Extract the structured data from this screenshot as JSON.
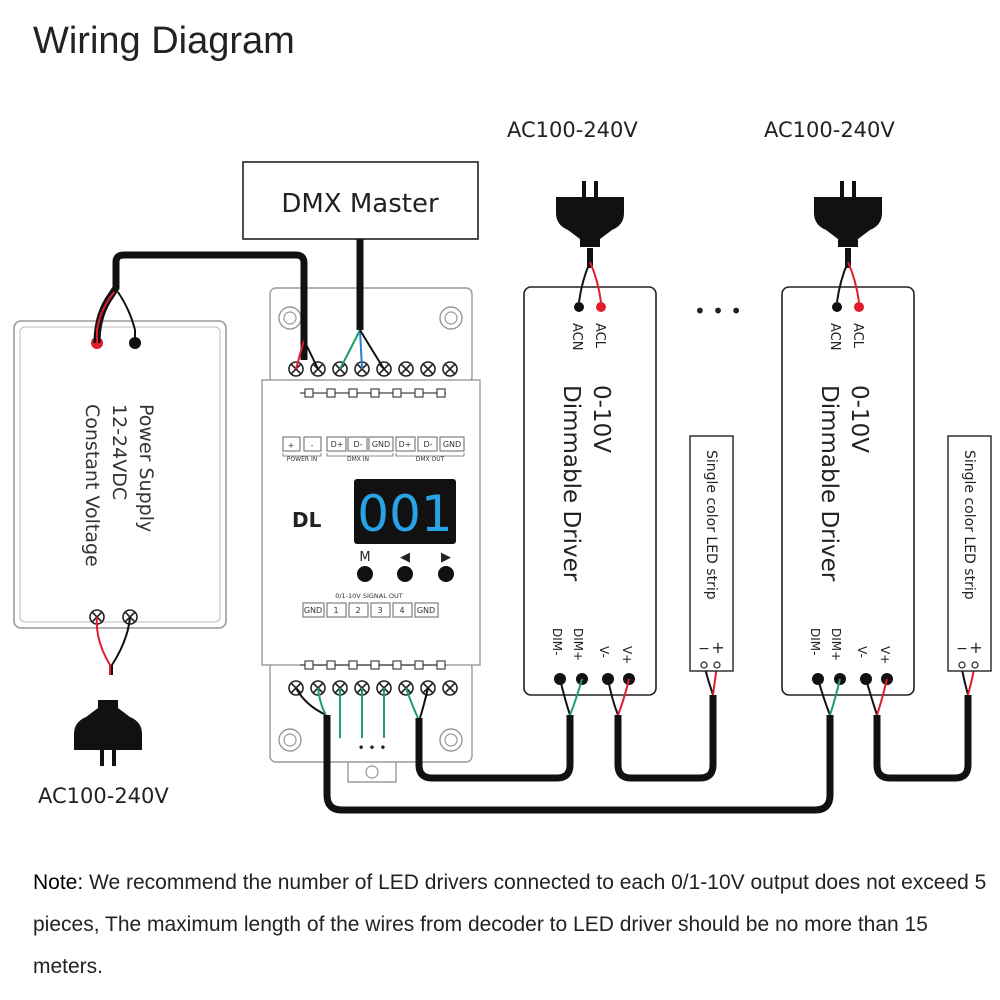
{
  "title": "Wiring Diagram",
  "dmx_master": {
    "label": "DMX Master"
  },
  "power_supply": {
    "line1": "Power Supply",
    "line2": "12-24VDC",
    "line3": "Constant Voltage",
    "ac_label": "AC100-240V"
  },
  "decoder": {
    "model": "DL",
    "display": "001",
    "buttons": [
      "M",
      "◀",
      "▶"
    ],
    "top_terminals": [
      "+",
      "-",
      "D+",
      "D-",
      "GND",
      "D+",
      "D-",
      "GND"
    ],
    "top_groups": [
      "POWER IN",
      "DMX IN",
      "DMX OUT"
    ],
    "signal_label": "0/1-10V SIGNAL OUT",
    "bottom_terminals": [
      "GND",
      "1",
      "2",
      "3",
      "4",
      "GND"
    ],
    "dots": "• • •"
  },
  "drivers": [
    {
      "ac_label": "AC100-240V",
      "acn": "ACN",
      "acl": "ACL",
      "line1": "0-10V",
      "line2": "Dimmable Driver",
      "dim_minus": "DIM-",
      "dim_plus": "DIM+",
      "v_minus": "V-",
      "v_plus": "V+"
    },
    {
      "ac_label": "AC100-240V",
      "acn": "ACN",
      "acl": "ACL",
      "line1": "0-10V",
      "line2": "Dimmable Driver",
      "dim_minus": "DIM-",
      "dim_plus": "DIM+",
      "v_minus": "V-",
      "v_plus": "V+"
    }
  ],
  "strips": [
    {
      "label": "Single color LED strip",
      "minus": "−",
      "plus": "+"
    },
    {
      "label": "Single color LED strip",
      "minus": "−",
      "plus": "+"
    }
  ],
  "ellipsis": "• • •",
  "note": {
    "label": "Note:",
    "text": " We recommend the number of LED drivers connected to each 0/1-10V output does not exceed 5 pieces, The maximum length of the wires from decoder to LED driver should be no more than 15 meters."
  }
}
